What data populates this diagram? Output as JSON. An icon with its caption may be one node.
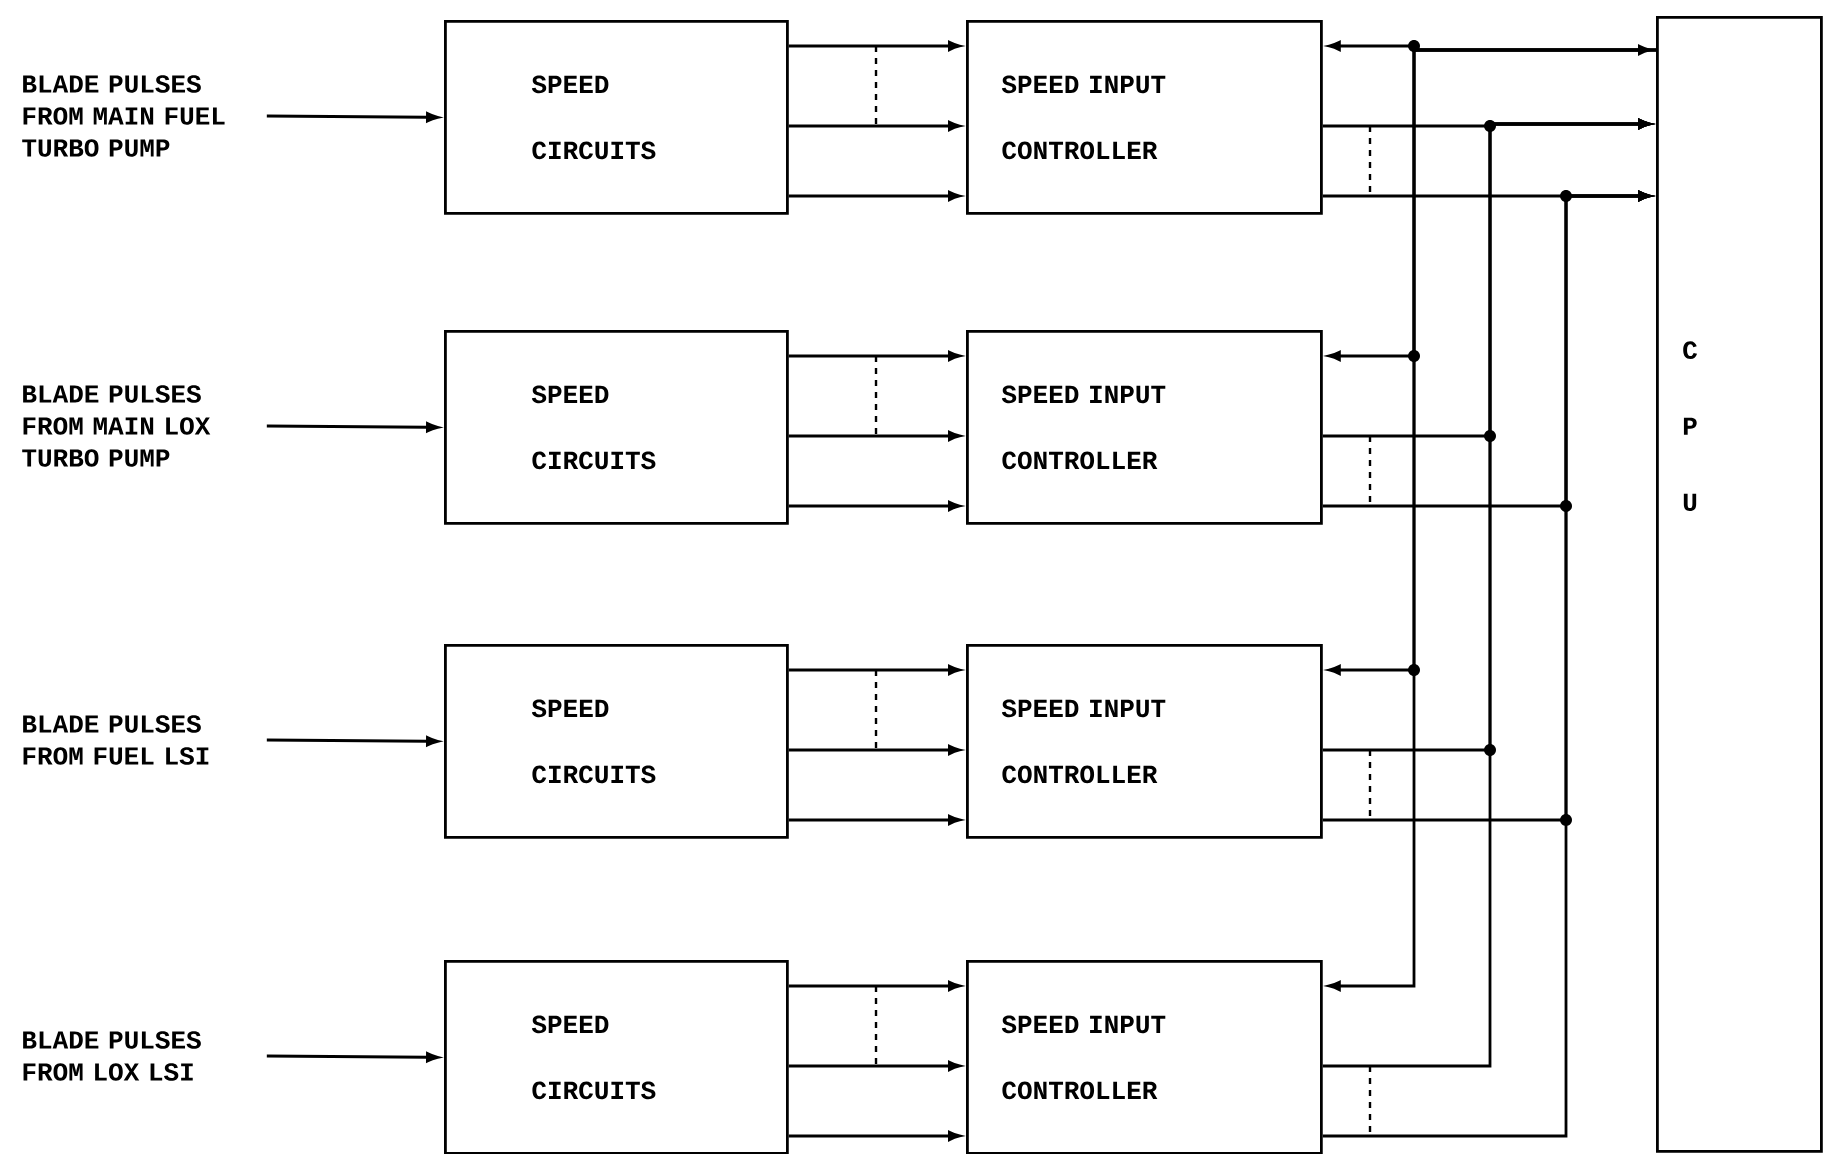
{
  "diagram": {
    "nodes": [
      {
        "text": [
          "BLADE PULSES FROM MAIN FUEL TURBO PUMP"
        ]
      },
      {
        "text": [
          "SPEED CIRCUITS"
        ]
      },
      {
        "text": [
          "SPEED INPUT CONTROLLER"
        ]
      },
      {
        "text": [
          "BLADE PULSES FROM MAIN LOX TURBO PUMP"
        ]
      },
      {
        "text": [
          "SPEED CIRCUITS"
        ]
      },
      {
        "text": [
          "SPEED INPUT CONTROLLER"
        ]
      },
      {
        "text": [
          "BLADE PULSES FROM FUEL LSI"
        ]
      },
      {
        "text": [
          "SPEED CIRCUITS"
        ]
      },
      {
        "text": [
          "SPEED INPUT CONTROLLER"
        ]
      },
      {
        "text": [
          "BLADE PULSES FROM LOX LSI"
        ]
      },
      {
        "text": [
          "SPEED CIRCUITS"
        ]
      },
      {
        "text": [
          "SPEED INPUT CONTROLLER"
        ]
      },
      {
        "text": [
          "C P U"
        ]
      }
    ],
    "edges": [
      {
        "from": 0,
        "to": 1,
        "arrow": "to"
      },
      {
        "from": 1,
        "to": 2,
        "arrow": "to"
      },
      {
        "from": 1,
        "to": 2,
        "arrow": "to"
      },
      {
        "from": 1,
        "to": 2,
        "arrow": "to"
      },
      {
        "from": 2,
        "to": 12,
        "arrow": "both"
      },
      {
        "from": 2,
        "to": 12,
        "arrow": "to"
      },
      {
        "from": 2,
        "to": 12,
        "arrow": "to"
      },
      {
        "from": 3,
        "to": 4,
        "arrow": "to"
      },
      {
        "from": 4,
        "to": 5,
        "arrow": "to"
      },
      {
        "from": 4,
        "to": 5,
        "arrow": "to"
      },
      {
        "from": 4,
        "to": 5,
        "arrow": "to"
      },
      {
        "from": 12,
        "to": 5,
        "arrow": "to"
      },
      {
        "from": 5,
        "to": 12,
        "arrow": "to"
      },
      {
        "from": 5,
        "to": 12,
        "arrow": "to"
      },
      {
        "from": 6,
        "to": 7,
        "arrow": "to"
      },
      {
        "from": 7,
        "to": 8,
        "arrow": "to"
      },
      {
        "from": 7,
        "to": 8,
        "arrow": "to"
      },
      {
        "from": 7,
        "to": 8,
        "arrow": "to"
      },
      {
        "from": 12,
        "to": 8,
        "arrow": "to"
      },
      {
        "from": 8,
        "to": 12,
        "arrow": "to"
      },
      {
        "from": 8,
        "to": 12,
        "arrow": "to"
      },
      {
        "from": 9,
        "to": 10,
        "arrow": "to"
      },
      {
        "from": 10,
        "to": 11,
        "arrow": "to"
      },
      {
        "from": 10,
        "to": 11,
        "arrow": "to"
      },
      {
        "from": 10,
        "to": 11,
        "arrow": "to"
      },
      {
        "from": 12,
        "to": 11,
        "arrow": "to"
      },
      {
        "from": 11,
        "to": 12,
        "arrow": "to"
      },
      {
        "from": 11,
        "to": 12,
        "arrow": "to"
      }
    ]
  }
}
